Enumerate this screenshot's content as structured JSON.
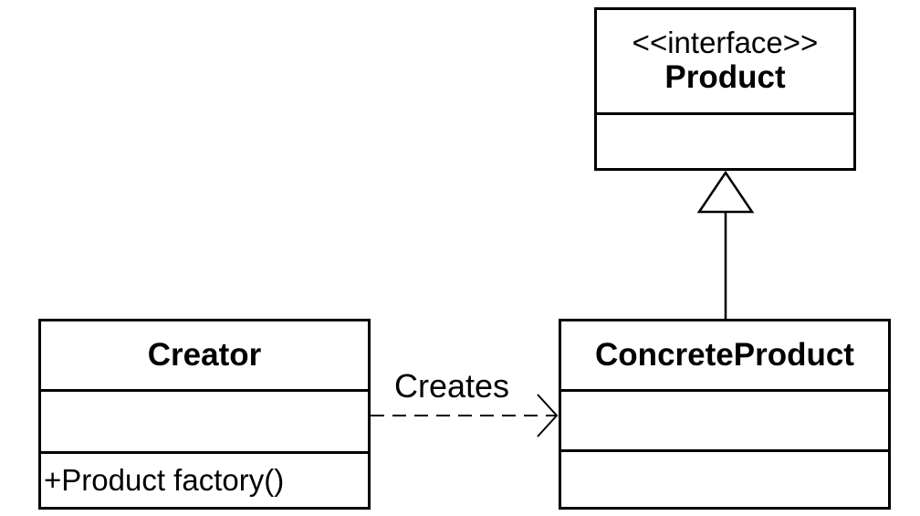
{
  "diagram": {
    "classes": {
      "product": {
        "stereotype": "<<interface>>",
        "name": "Product",
        "attributes": [],
        "operations": []
      },
      "creator": {
        "name": "Creator",
        "attributes": [],
        "operations": [
          "+Product factory()"
        ]
      },
      "concrete_product": {
        "name": "ConcreteProduct",
        "attributes": [],
        "operations": []
      }
    },
    "relations": {
      "realization": {
        "type": "realization",
        "from": "ConcreteProduct",
        "to": "Product"
      },
      "dependency": {
        "type": "dependency",
        "from": "Creator",
        "to": "ConcreteProduct",
        "label": "Creates"
      }
    }
  }
}
